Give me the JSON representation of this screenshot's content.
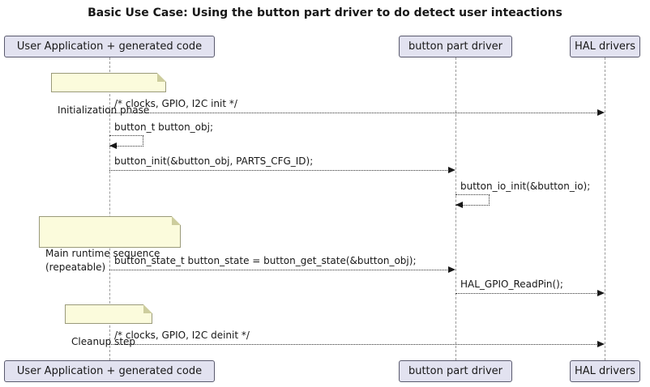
{
  "title": "Basic Use Case: Using the button part driver to do detect user inteactions",
  "participants": [
    {
      "label": "User Application + generated code"
    },
    {
      "label": "button part driver"
    },
    {
      "label": "HAL drivers"
    }
  ],
  "notes": [
    {
      "label": "Initialization phase"
    },
    {
      "label": "Main runtime sequence\n(repeatable)"
    },
    {
      "label": "Cleanup step"
    }
  ],
  "messages": [
    {
      "label": "/* clocks, GPIO, I2C init */",
      "from": "User Application + generated code",
      "to": "HAL drivers"
    },
    {
      "label": "button_t button_obj;",
      "from": "User Application + generated code",
      "to": "User Application + generated code"
    },
    {
      "label": "button_init(&button_obj, PARTS_CFG_ID);",
      "from": "User Application + generated code",
      "to": "button part driver"
    },
    {
      "label": "button_io_init(&button_io);",
      "from": "button part driver",
      "to": "button part driver"
    },
    {
      "label": "button_state_t button_state = button_get_state(&button_obj);",
      "from": "User Application + generated code",
      "to": "button part driver"
    },
    {
      "label": "HAL_GPIO_ReadPin();",
      "from": "button part driver",
      "to": "HAL drivers"
    },
    {
      "label": "/* clocks, GPIO, I2C deinit */",
      "from": "User Application + generated code",
      "to": "HAL drivers"
    }
  ],
  "colors": {
    "participant_fill": "#E2E2F0",
    "participant_border": "#5a5a6e",
    "note_fill": "#FBFBDC",
    "note_border": "#9a9a7a",
    "message_line": "#303030",
    "lifeline": "#9a9a9a",
    "background": "#ffffff",
    "text": "#181818"
  }
}
